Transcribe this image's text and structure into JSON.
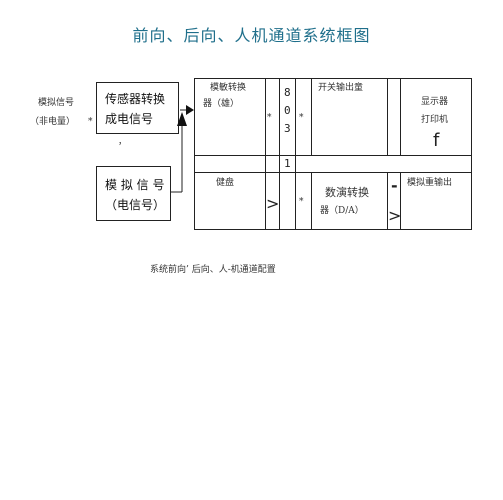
{
  "title": "前向、后向、人机通道系统框图",
  "left": {
    "signal_label": "模拟信号",
    "signal_sub": "（非电量）",
    "star": "*",
    "tick": "，"
  },
  "boxes": {
    "sensor_line1": "传感器转换",
    "sensor_line2": "成电信号",
    "analog_line1": "模 拟 信 号",
    "analog_line2": "（电信号）"
  },
  "grid": {
    "adc_line1": "模敏转换",
    "adc_line2": "器（雄）",
    "star_left": "*",
    "chip_8": "8",
    "chip_0": "0",
    "chip_3": "3",
    "star_right": "*",
    "switch_out": "开关输出童",
    "display": "显示器",
    "printer": "打印机",
    "f_glyph": "f",
    "chip_1": "1",
    "keyboard": "健盘",
    "arrow_left": ">",
    "star_bottom": "*",
    "dac_line1": "数演转换",
    "dac_line2": "器（D/A）",
    "dash": "-",
    "arrow_right": ">",
    "analog_out": "模拟重输出"
  },
  "caption": "系统前向’ 后向、人-机通道配置"
}
